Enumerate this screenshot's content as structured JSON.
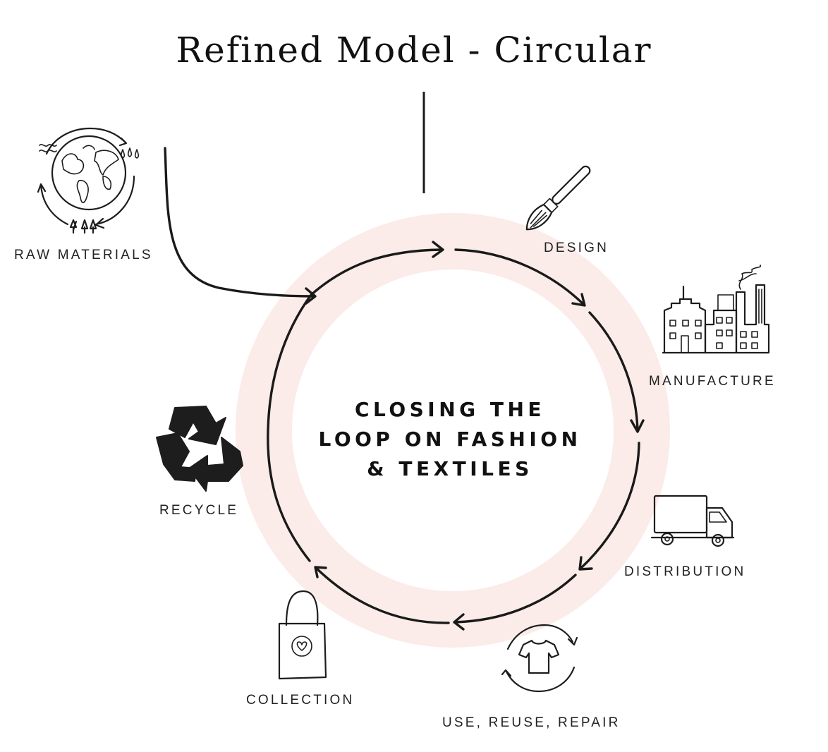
{
  "title": "Refined Model - Circular",
  "center": {
    "line1": "CLOSING THE",
    "line2": "LOOP ON FASHION",
    "line3": "& TEXTILES"
  },
  "stages": {
    "raw_materials": "RAW MATERIALS",
    "design": "DESIGN",
    "manufacture": "MANUFACTURE",
    "distribution": "DISTRIBUTION",
    "use_reuse_repair": "USE, REUSE, REPAIR",
    "collection": "COLLECTION",
    "recycle": "RECYCLE"
  },
  "icons": {
    "raw_materials": "globe-cycle-icon",
    "design": "paintbrush-icon",
    "manufacture": "factory-icon",
    "distribution": "truck-icon",
    "use_reuse_repair": "tshirt-cycle-icon",
    "collection": "tote-bag-icon",
    "recycle": "recycle-icon"
  },
  "colors": {
    "ring": "#fbece9",
    "ink": "#1a1a1a"
  }
}
